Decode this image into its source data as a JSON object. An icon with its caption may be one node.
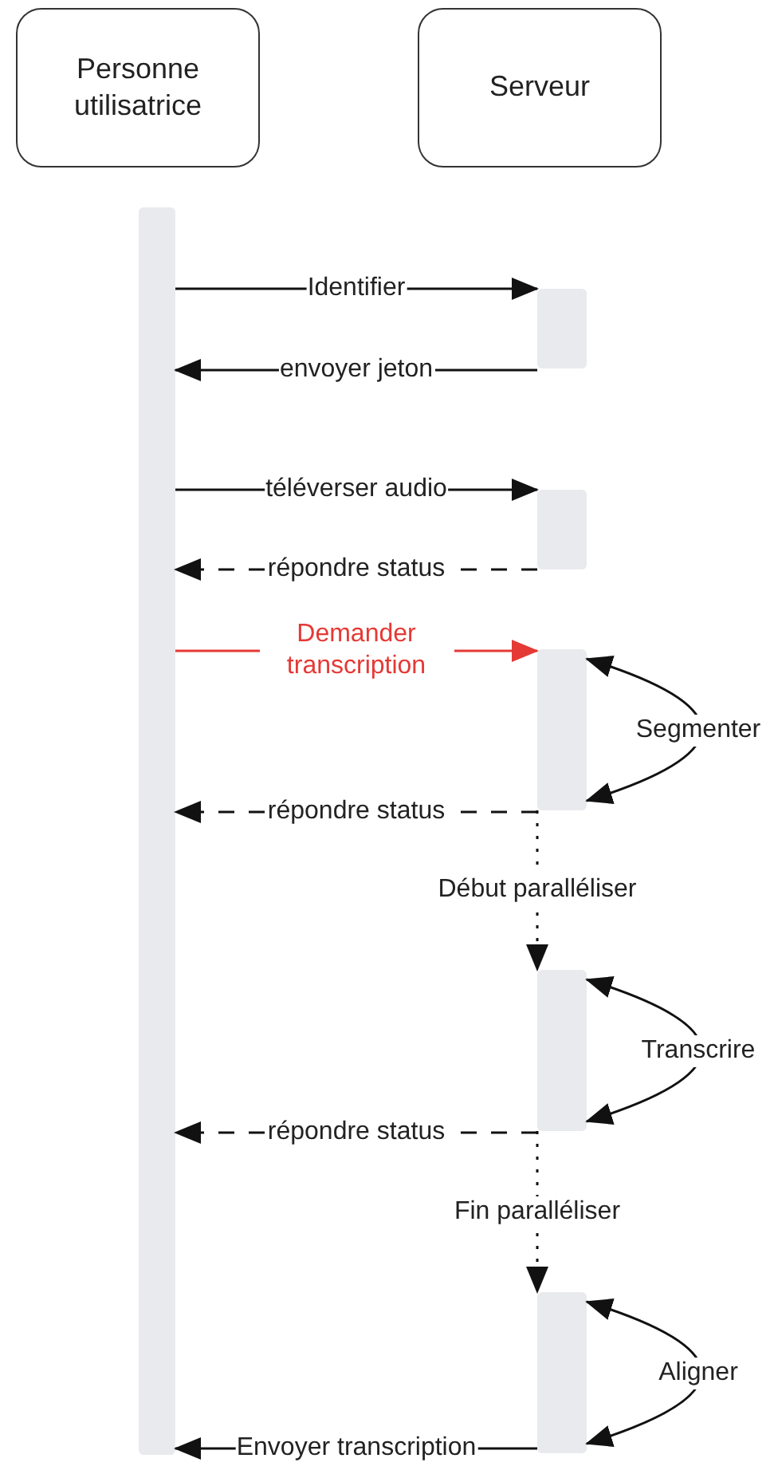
{
  "diagram": {
    "nodes": [
      {
        "text": [
          "Personne utilisatrice"
        ]
      },
      {
        "text": [
          "Serveur"
        ]
      },
      {
        "text": [],
        "shape": "bar"
      },
      {
        "text": [],
        "shape": "bar"
      },
      {
        "text": [],
        "shape": "bar"
      },
      {
        "text": [],
        "shape": "bar"
      },
      {
        "text": [],
        "shape": "bar"
      },
      {
        "text": [],
        "shape": "bar"
      }
    ],
    "edges": [
      {
        "from": 2,
        "to": 3,
        "arrow": "to",
        "label": "Identifier"
      },
      {
        "from": 3,
        "to": 2,
        "arrow": "to",
        "label": "envoyer jeton"
      },
      {
        "from": 2,
        "to": 4,
        "arrow": "to",
        "label": "téléverser audio"
      },
      {
        "from": 4,
        "to": 2,
        "arrow": "to",
        "label": "répondre status",
        "style": "dashed"
      },
      {
        "from": 2,
        "to": 5,
        "arrow": "to",
        "label": "Demander transcription",
        "color": "#e53935"
      },
      {
        "from": 5,
        "to": 5,
        "arrow": "both",
        "label": "Segmenter"
      },
      {
        "from": 5,
        "to": 2,
        "arrow": "to",
        "label": "répondre status",
        "style": "dashed"
      },
      {
        "from": 5,
        "to": 6,
        "arrow": "to",
        "label": "Début paralléliser",
        "style": "dashed"
      },
      {
        "from": 6,
        "to": 6,
        "arrow": "both",
        "label": "Transcrire"
      },
      {
        "from": 6,
        "to": 2,
        "arrow": "to",
        "label": "répondre status",
        "style": "dashed"
      },
      {
        "from": 6,
        "to": 7,
        "arrow": "to",
        "label": "Fin paralléliser",
        "style": "dashed"
      },
      {
        "from": 7,
        "to": 7,
        "arrow": "both",
        "label": "Aligner"
      },
      {
        "from": 7,
        "to": 2,
        "arrow": "to",
        "label": "Envoyer transcription"
      }
    ]
  }
}
